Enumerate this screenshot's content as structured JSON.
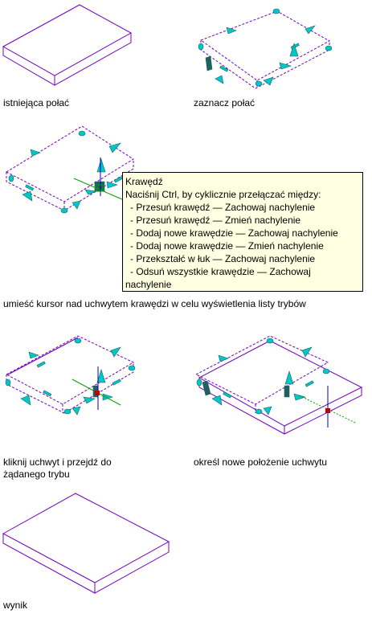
{
  "captions": {
    "existing_roof": "istniejąca połać",
    "select_roof": "zaznacz połać",
    "hover_grip": "umieść kursor nad uchwytem krawędzi w celu wyświetlenia listy trybów",
    "click_grip_line1": "kliknij uchwyt i przejdź do",
    "click_grip_line2": "żądanego trybu",
    "new_position": "określ nowe położenie uchwytu",
    "result": "wynik"
  },
  "tooltip": {
    "title": "Krawędź",
    "instruction": "Naciśnij Ctrl, by cyklicznie przełączać między:",
    "items": [
      "- Przesuń krawędź — Zachowaj nachylenie",
      "- Przesuń krawędź — Zmień nachylenie",
      "- Dodaj nowe krawędzie — Zachowaj nachylenie",
      "- Dodaj nowe krawędzie — Zmień nachylenie",
      "- Przekształć w łuk — Zachowaj nachylenie",
      "- Odsuń wszystkie krawędzie — Zachowaj",
      "nachylenie"
    ]
  },
  "colors": {
    "slab_outline": "#7000c0",
    "grip": "#00c8c8",
    "grip_dark": "#206060",
    "axis_green": "#00a000",
    "axis_blue": "#0000c0",
    "axis_red": "#c00000",
    "tooltip_bg": "#ffffe1"
  }
}
